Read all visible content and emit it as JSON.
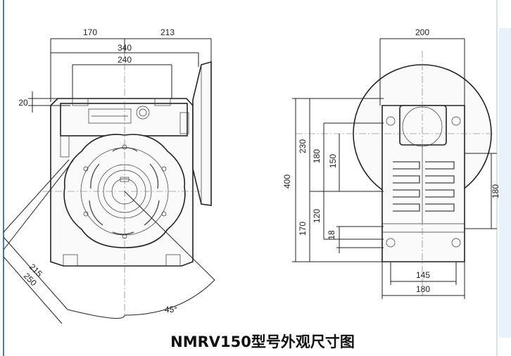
{
  "title": "NMRV150型号外观尺寸图",
  "colors": {
    "frame_left": "#3a7fc8",
    "line": "#222222",
    "background": "#ffffff"
  },
  "front_view": {
    "dims": {
      "d170": "170",
      "d213": "213",
      "d340": "340",
      "d240": "240",
      "d20": "20",
      "d215": "215",
      "d250": "250",
      "d45": "45°"
    }
  },
  "side_view": {
    "dims": {
      "d200": "200",
      "d400": "400",
      "d230": "230",
      "d180v": "180",
      "d150": "150",
      "d120": "120",
      "d170v": "170",
      "d18": "18",
      "d180r": "180",
      "d145": "145",
      "d180b": "180"
    }
  }
}
